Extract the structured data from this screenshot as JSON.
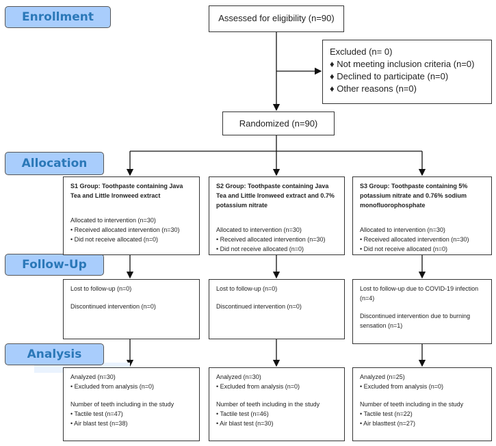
{
  "stages": {
    "enrollment": "Enrollment",
    "allocation": "Allocation",
    "followup": "Follow-Up",
    "analysis": "Analysis"
  },
  "assessed": "Assessed for eligibility (n=90)",
  "excluded": {
    "title": "Excluded (n= 0)",
    "items": [
      "Not meeting inclusion criteria (n=0)",
      "Declined to participate (n=0)",
      "Other reasons (n=0)"
    ]
  },
  "randomized": "Randomized (n=90)",
  "groups": [
    {
      "title": "S1 Group: Toothpaste containing Java Tea and Little Ironweed extract",
      "allocated": "Allocated to intervention (n=30)",
      "received": "Received allocated intervention (n=30)",
      "not_received": "Did not receive allocated (n=0)",
      "lost": "Lost to follow-up (n=0)",
      "discontinued": "Discontinued intervention (n=0)",
      "analyzed": "Analyzed (n=30)",
      "excluded": "Excluded from analysis (n=0)",
      "teeth": "Number of teeth including in the study",
      "tactile": "Tactile test (n=47)",
      "air": "Air blast test (n=38)"
    },
    {
      "title": "S2 Group: Toothpaste containing Java Tea and Little Ironweed extract and 0.7% potassium nitrate",
      "allocated": "Allocated to intervention (n=30)",
      "received": "Received allocated intervention (n=30)",
      "not_received": "Did not receive allocated (n=0)",
      "lost": "Lost to follow-up (n=0)",
      "discontinued": "Discontinued intervention (n=0)",
      "analyzed": "Analyzed (n=30)",
      "excluded": "Excluded from analysis (n=0)",
      "teeth": "Number of teeth including in the study",
      "tactile": "Tactile test (n=46)",
      "air": "Air blast test (n=30)"
    },
    {
      "title": "S3 Group: Toothpaste containing 5% potassium nitrate and 0.76% sodium monofluorophosphate",
      "allocated": "Allocated to intervention (n=30)",
      "received": "Received allocated intervention (n=30)",
      "not_received": "Did not receive allocated (n=0)",
      "lost": "Lost to follow-up due to COVID-19 infection (n=4)",
      "discontinued": "Discontinued intervention due to burning sensation (n=1)",
      "analyzed": "Analyzed (n=25)",
      "excluded": "Excluded from analysis (n=0)",
      "teeth": "Number of teeth including in the study",
      "tactile": "Tactile test (n=22)",
      "air": "Air blasttest (n=27)"
    }
  ]
}
